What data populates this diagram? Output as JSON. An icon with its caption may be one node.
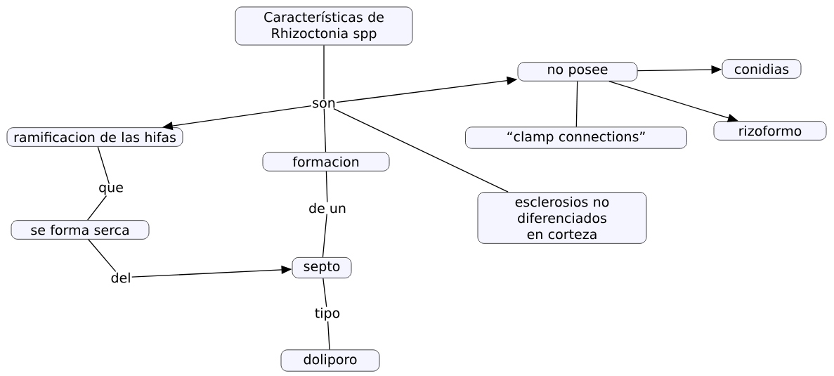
{
  "diagram": {
    "nodes": [
      {
        "text": [
          "Características de Rhizoctonia spp"
        ]
      },
      {
        "text": [
          "son"
        ]
      },
      {
        "text": [
          "no posee"
        ]
      },
      {
        "text": [
          "conidias"
        ]
      },
      {
        "text": [
          "“clamp connections”"
        ]
      },
      {
        "text": [
          "rizoformo"
        ]
      },
      {
        "text": [
          "ramificacion de las hifas"
        ]
      },
      {
        "text": [
          "formacion"
        ]
      },
      {
        "text": [
          "esclerosios no diferenciados en corteza"
        ]
      },
      {
        "text": [
          "que"
        ]
      },
      {
        "text": [
          "se forma serca"
        ]
      },
      {
        "text": [
          "de un"
        ]
      },
      {
        "text": [
          "del"
        ]
      },
      {
        "text": [
          "septo"
        ]
      },
      {
        "text": [
          "tipo"
        ]
      },
      {
        "text": [
          "doliporo"
        ]
      }
    ],
    "edges": [
      {
        "from": 0,
        "to": 1,
        "arrow": "none"
      },
      {
        "from": 1,
        "to": 2,
        "arrow": "to"
      },
      {
        "from": 1,
        "to": 6,
        "arrow": "to"
      },
      {
        "from": 1,
        "to": 7,
        "arrow": "none"
      },
      {
        "from": 1,
        "to": 8,
        "arrow": "none"
      },
      {
        "from": 2,
        "to": 3,
        "arrow": "to"
      },
      {
        "from": 2,
        "to": 5,
        "arrow": "to"
      },
      {
        "from": 2,
        "to": 4,
        "arrow": "none"
      },
      {
        "from": 6,
        "to": 9,
        "arrow": "none"
      },
      {
        "from": 9,
        "to": 10,
        "arrow": "none"
      },
      {
        "from": 10,
        "to": 12,
        "arrow": "none"
      },
      {
        "from": 12,
        "to": 13,
        "arrow": "to"
      },
      {
        "from": 7,
        "to": 11,
        "arrow": "none"
      },
      {
        "from": 11,
        "to": 13,
        "arrow": "none"
      },
      {
        "from": 13,
        "to": 14,
        "arrow": "none"
      },
      {
        "from": 14,
        "to": 15,
        "arrow": "none"
      }
    ]
  }
}
